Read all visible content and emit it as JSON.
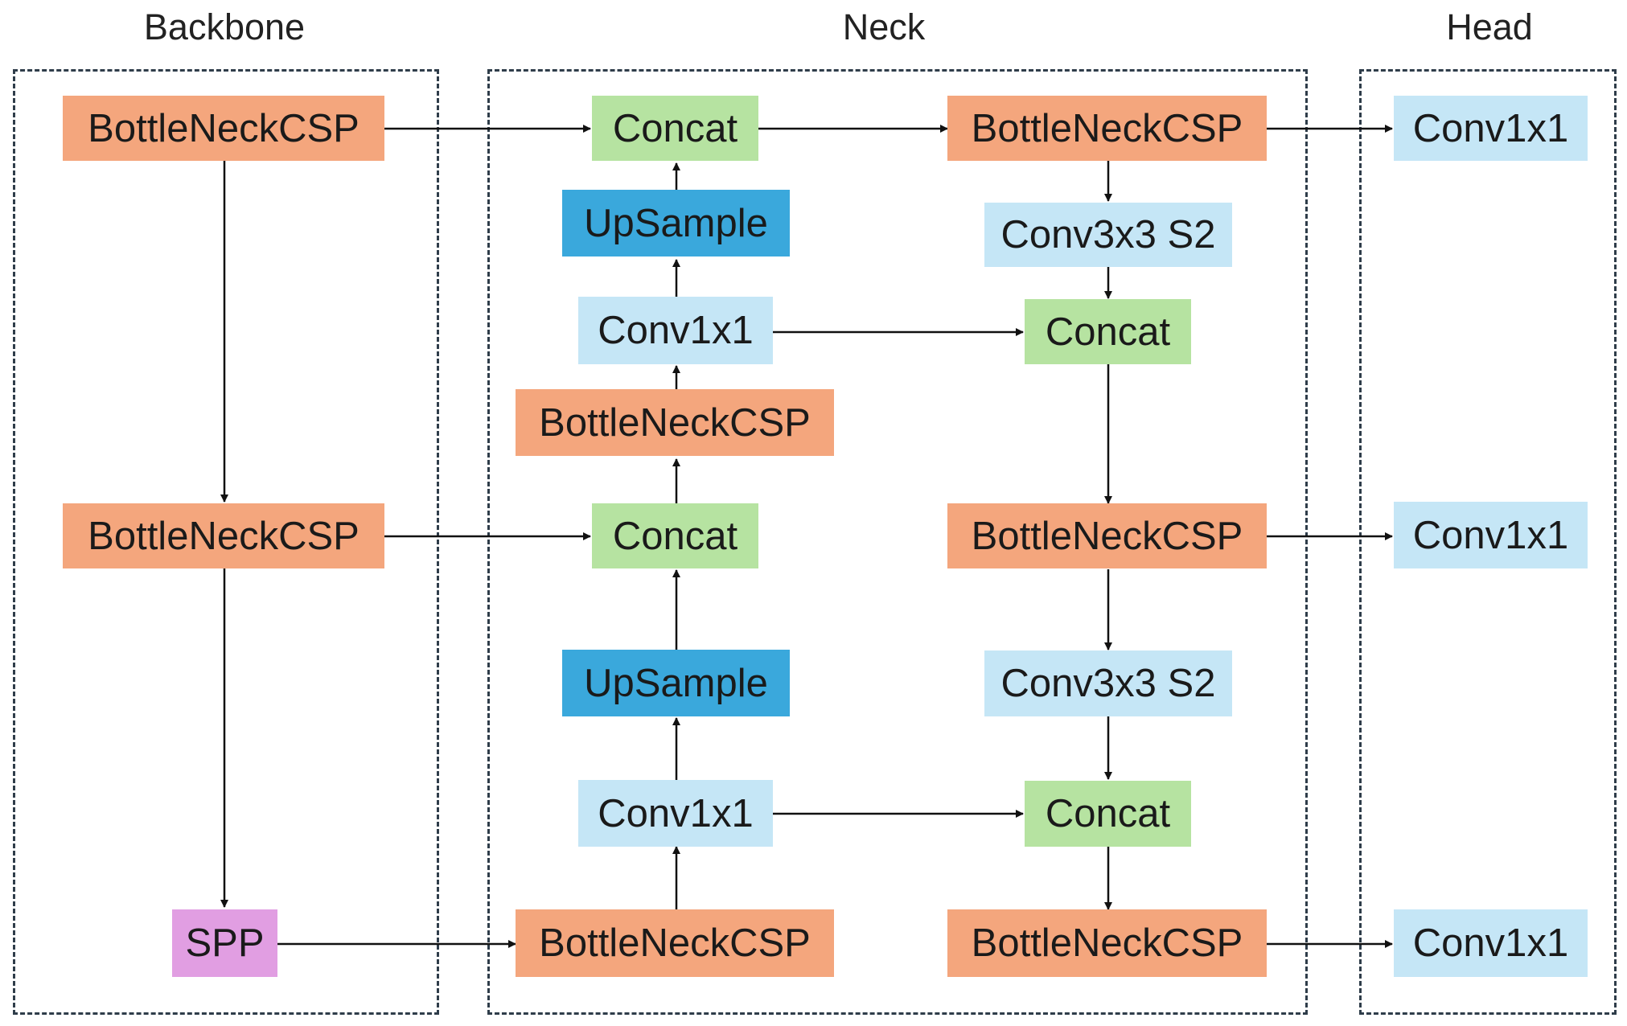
{
  "sections": {
    "backbone": "Backbone",
    "neck": "Neck",
    "head": "Head"
  },
  "nodes": {
    "bb1": "BottleNeckCSP",
    "bb2": "BottleNeckCSP",
    "spp": "SPP",
    "n_concat_top": "Concat",
    "n_upsample_top": "UpSample",
    "n_conv_top": "Conv1x1",
    "n_bneck_mid": "BottleNeckCSP",
    "n_concat_mid": "Concat",
    "n_upsample_low": "UpSample",
    "n_conv_low": "Conv1x1",
    "n_bneck_bottom": "BottleNeckCSP",
    "r_bneck_top": "BottleNeckCSP",
    "r_conv3_top": "Conv3x3 S2",
    "r_concat_top": "Concat",
    "r_bneck_mid": "BottleNeckCSP",
    "r_conv3_low": "Conv3x3 S2",
    "r_concat_low": "Concat",
    "r_bneck_bottom": "BottleNeckCSP",
    "h_conv1": "Conv1x1",
    "h_conv2": "Conv1x1",
    "h_conv3": "Conv1x1"
  },
  "colors": {
    "bottleneck": "#f4a67d",
    "concat": "#b6e3a1",
    "conv": "#c5e6f6",
    "upsample": "#3aa8dc",
    "spp": "#e19ee2",
    "border": "#2f3d4a",
    "arrow": "#111111"
  }
}
